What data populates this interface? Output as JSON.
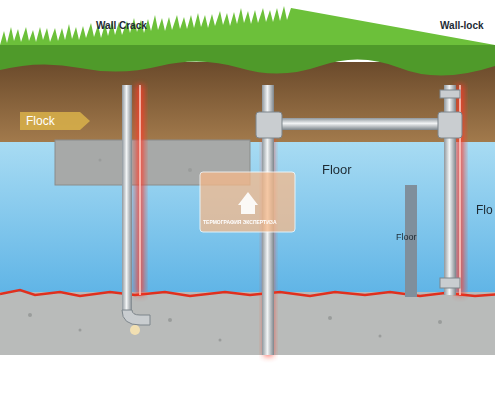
{
  "diagram": {
    "labels": [
      "Wall Crack",
      "Wall-lock",
      "Flock",
      "Floor",
      "Floor",
      "Flo",
      "ТЕРМОГРАФИЯ ЭКСПЕРТИЗА"
    ]
  }
}
